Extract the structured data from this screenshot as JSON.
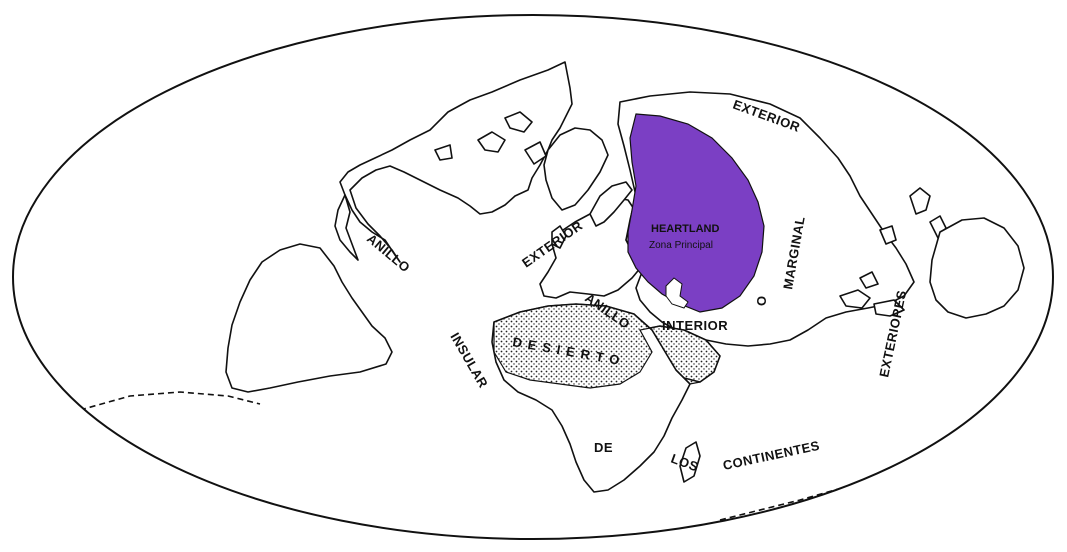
{
  "labels": {
    "heartland": "HEARTLAND",
    "zona_principal": "Zona Principal",
    "exterior_ne": "EXTERIOR",
    "exterior_w": "EXTERIOR",
    "anillo_w": "ANILLO",
    "anillo_c": "ANILLO",
    "marginal": "MARGINAL",
    "o": "O",
    "interior": "INTERIOR",
    "desierto": "DESIERTO",
    "insular": "INSULAR",
    "de": "DE",
    "los": "LOS",
    "continentes": "CONTINENTES",
    "exteriores": "EXTERIORES"
  },
  "colors": {
    "heartland_fill": "#7b3fc4",
    "outline": "#111111",
    "desert_dots": "#222222",
    "background": "#ffffff"
  }
}
